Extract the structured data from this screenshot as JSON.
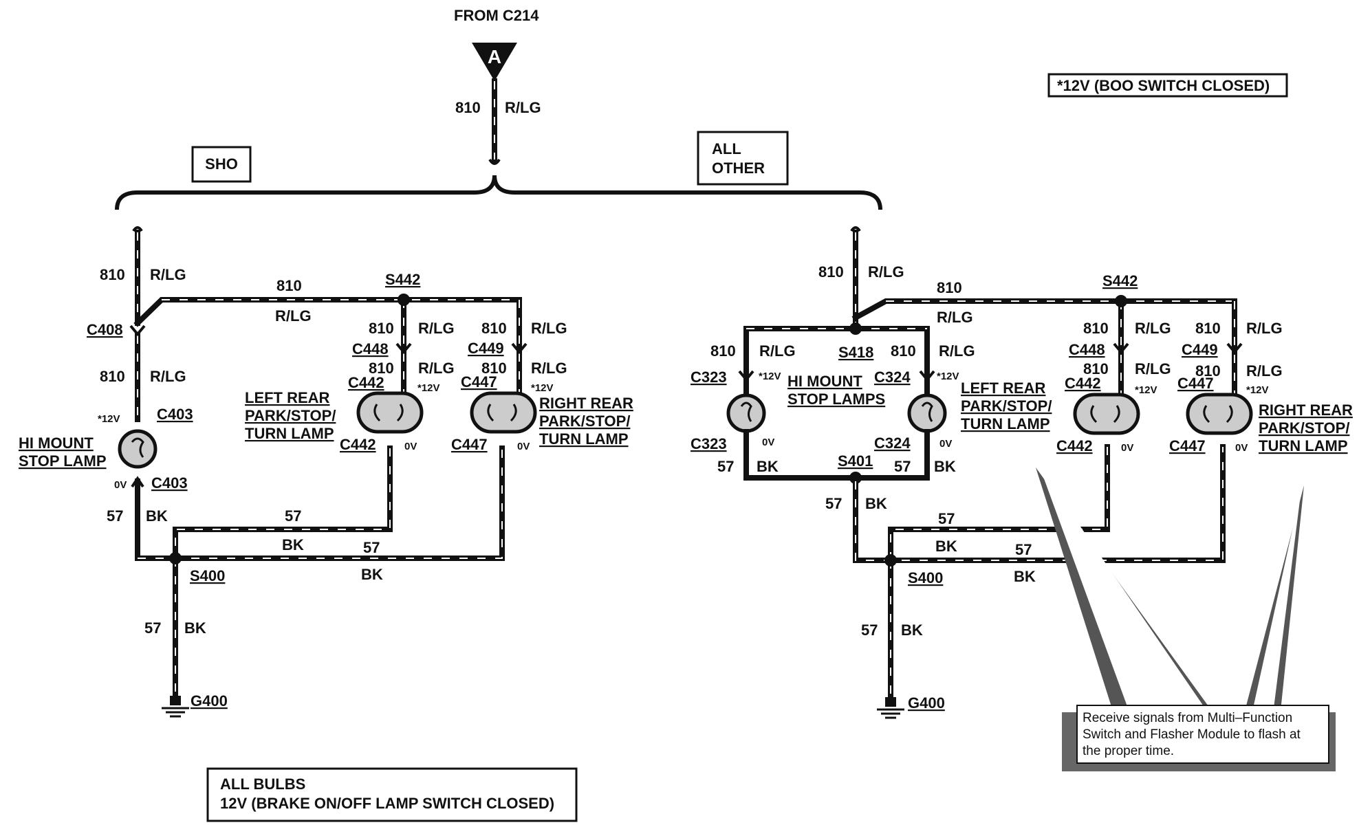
{
  "header": {
    "from_label": "FROM C214",
    "connector_letter": "A"
  },
  "legend_boo": "*12V (BOO SWITCH CLOSED)",
  "legend_all_bulbs": [
    "ALL BULBS",
    "12V (BRAKE ON/OFF LAMP SWITCH CLOSED)"
  ],
  "groups": {
    "sho": "SHO",
    "all_other": [
      "ALL",
      "OTHER"
    ]
  },
  "wires": {
    "num_810": "810",
    "color_rlg": "R/LG",
    "num_57": "57",
    "color_bk": "BK"
  },
  "voltages": {
    "v12": "*12V",
    "v0": "0V"
  },
  "sho": {
    "c408": "C408",
    "c403": "C403",
    "s442": "S442",
    "c448": "C448",
    "c449": "C449",
    "c442": "C442",
    "c447": "C447",
    "s400": "S400",
    "g400": "G400",
    "hi_mount": [
      "HI MOUNT",
      "STOP LAMP"
    ],
    "left_rear": [
      "LEFT REAR",
      "PARK/STOP/",
      "TURN LAMP"
    ],
    "right_rear": [
      "RIGHT REAR",
      "PARK/STOP/",
      "TURN LAMP"
    ]
  },
  "other": {
    "s442": "S442",
    "s418": "S418",
    "c323": "C323",
    "c324": "C324",
    "c448": "C448",
    "c449": "C449",
    "c442": "C442",
    "c447": "C447",
    "s401": "S401",
    "s400": "S400",
    "g400": "G400",
    "hi_mount": [
      "HI MOUNT",
      "STOP LAMPS"
    ],
    "left_rear": [
      "LEFT REAR",
      "PARK/STOP/",
      "TURN LAMP"
    ],
    "right_rear": [
      "RIGHT REAR",
      "PARK/STOP/",
      "TURN LAMP"
    ]
  },
  "callout": [
    "Receive signals from Multi–Function",
    "Switch and Flasher Module to flash at",
    "the proper time."
  ]
}
